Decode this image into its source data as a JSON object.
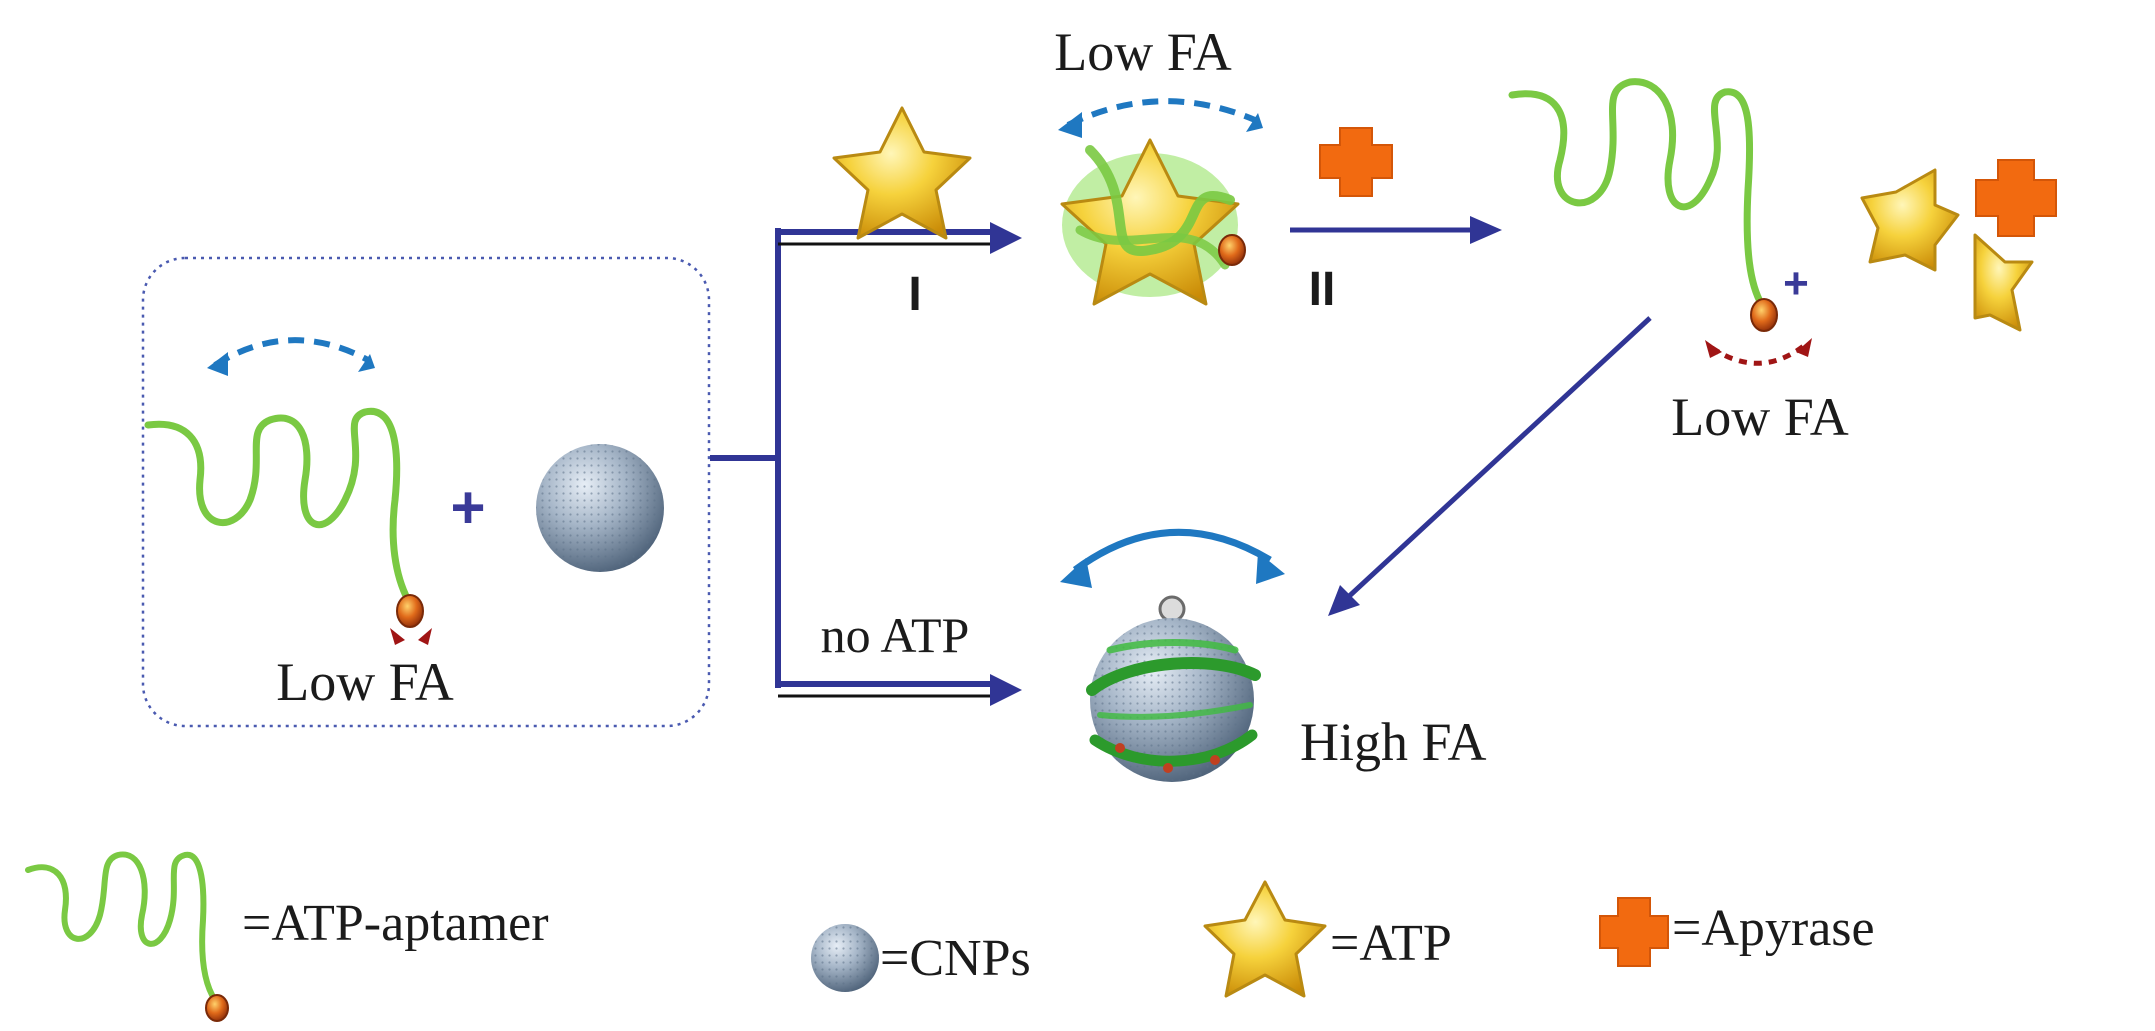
{
  "labels": {
    "low_fa_left": "Low FA",
    "low_fa_top": "Low FA",
    "low_fa_right": "Low FA",
    "high_fa": "High FA",
    "no_atp": "no ATP",
    "path_one": "I",
    "path_two": "II",
    "plus_sign": "+"
  },
  "legend": {
    "aptamer": "=ATP-aptamer",
    "cnps": "=CNPs",
    "atp": "=ATP",
    "apyrase": "=Apyrase"
  },
  "colors": {
    "arrow": "#303595",
    "strand": "#7ac943",
    "dashed_arc": "#1f78c1",
    "solid_arc": "#1f78c1",
    "fluorophore": "#c0501a",
    "fluorophore_emission": "#a01515",
    "star": "#f2c21c",
    "apyrase": "#f26a10",
    "cnp": "#8fa2b8",
    "box_border": "#4a5ab0"
  }
}
